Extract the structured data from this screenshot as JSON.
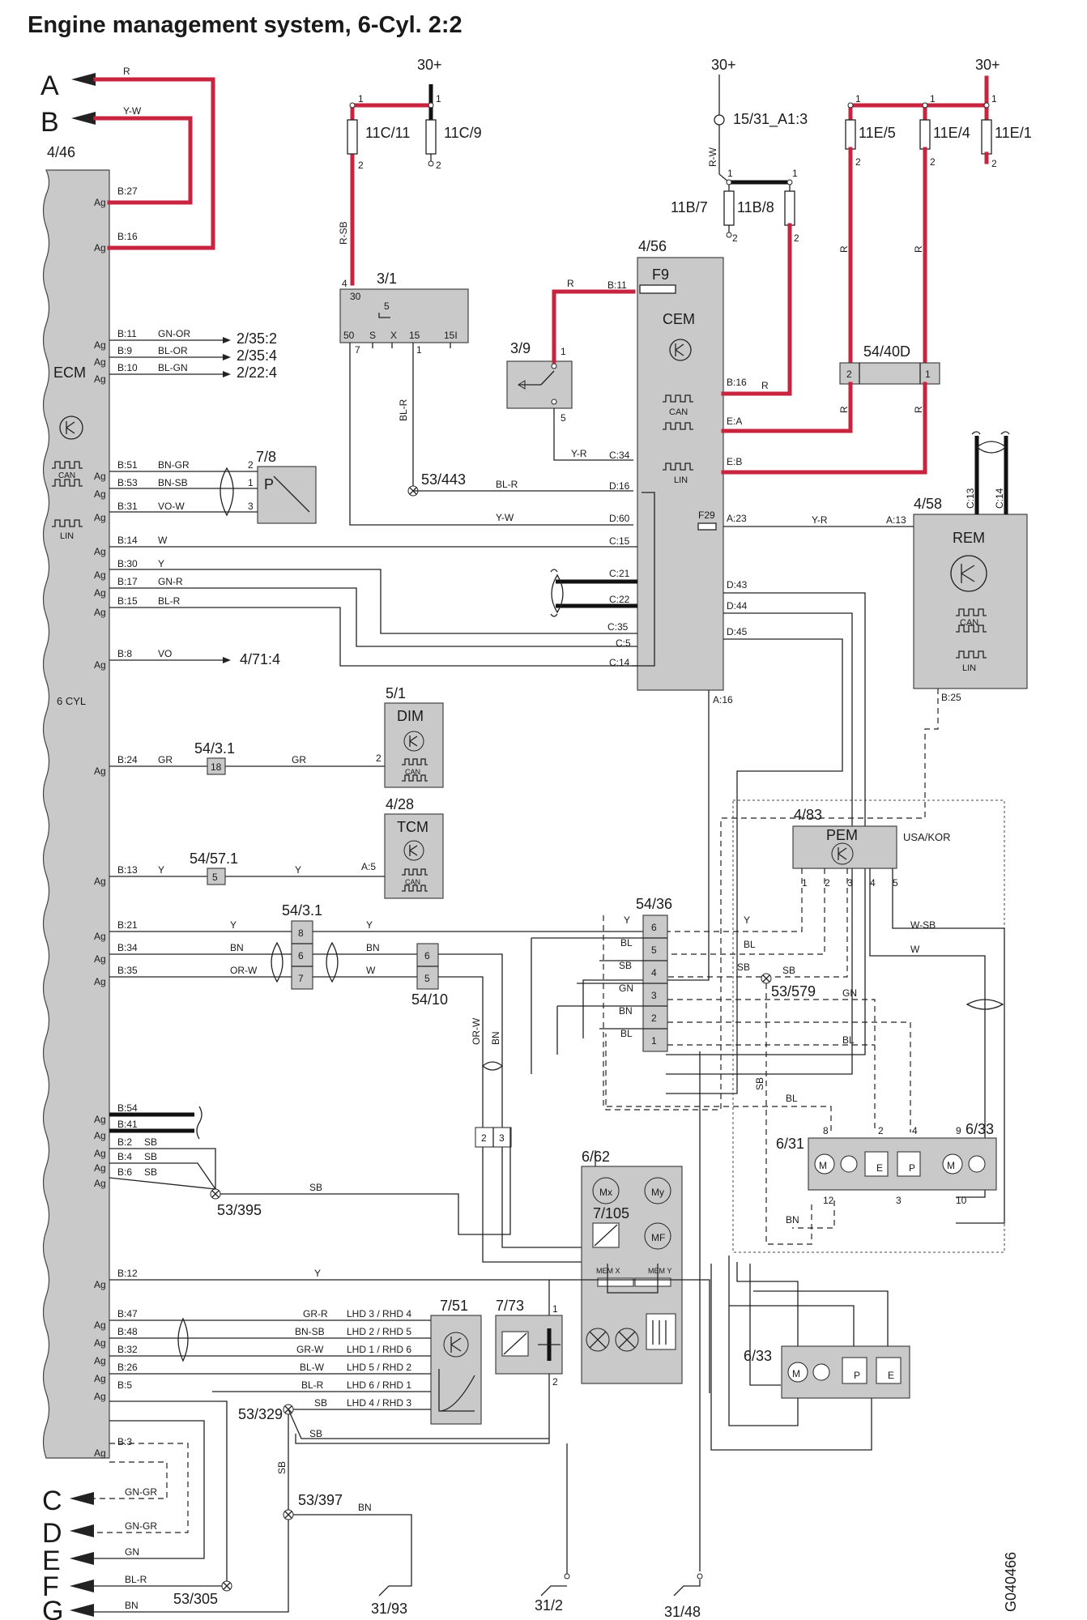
{
  "title": "Engine management system, 6-Cyl. 2:2",
  "drawing_id": "G040466",
  "colors": {
    "power_wire": "#c8233f",
    "module_fill": "#c9c9c9",
    "line": "#222222"
  },
  "connectors_left": [
    "A",
    "B",
    "C",
    "D",
    "E",
    "F",
    "G"
  ],
  "power": {
    "label": "30+"
  },
  "fuses": {
    "f11c11": "11C/11",
    "f11c9": "11C/9",
    "f15_31": "15/31_A1:3",
    "f11b7": "11B/7",
    "f11b8": "11B/8",
    "f11e5": "11E/5",
    "f11e4": "11E/4",
    "f11e1": "11E/1",
    "pin1": "1",
    "pin2": "2"
  },
  "ecm": {
    "ref": "4/46",
    "name": "ECM",
    "cyl": "6 CYL",
    "can": "CAN",
    "lin": "LIN",
    "ag": "Ag",
    "pins": [
      "B:27",
      "B:16",
      "B:11",
      "B:9",
      "B:10",
      "B:51",
      "B:53",
      "B:31",
      "B:14",
      "B:30",
      "B:17",
      "B:15",
      "B:8",
      "B:24",
      "B:13",
      "B:21",
      "B:34",
      "B:35",
      "B:54",
      "B:41",
      "B:2",
      "B:4",
      "B:6",
      "B:12",
      "B:47",
      "B:48",
      "B:32",
      "B:26",
      "B:5",
      "B:3"
    ]
  },
  "wire_colors": {
    "R": "R",
    "YW": "Y-W",
    "GNOR": "GN-OR",
    "BLOR": "BL-OR",
    "BLGN": "BL-GN",
    "BNGR": "BN-GR",
    "BNSB": "BN-SB",
    "VOW": "VO-W",
    "W": "W",
    "Y": "Y",
    "GNR": "GN-R",
    "BLR": "BL-R",
    "VO": "VO",
    "GR": "GR",
    "BN": "BN",
    "ORW": "OR-W",
    "SB": "SB",
    "RW": "R-W",
    "RSB": "R-SB",
    "YR": "Y-R",
    "BL": "BL",
    "GN": "GN",
    "WSB": "W-SB",
    "GRR": "GR-R",
    "BNSB2": "BN-SB",
    "GRW": "GR-W",
    "BLW": "BL-W",
    "GNGR": "GN-GR"
  },
  "references": {
    "r2_35_2": "2/35:2",
    "r2_35_4": "2/35:4",
    "r2_22_4": "2/22:4",
    "r4_71_4": "4/71:4"
  },
  "relay_3_1": {
    "ref": "3/1",
    "pin4": "4",
    "pin30": "30",
    "pin5": "5",
    "pins": [
      "50",
      "S",
      "X",
      "15",
      "15I"
    ],
    "p7": "7",
    "p1": "1"
  },
  "switch_3_9": {
    "ref": "3/9",
    "p1": "1",
    "p5": "5"
  },
  "ground_points": {
    "g53_443": "53/443",
    "g53_395": "53/395",
    "g53_579": "53/579",
    "g53_329": "53/329",
    "g53_397": "53/397",
    "g53_305": "53/305",
    "g31_93": "31/93",
    "g31_2": "31/2",
    "g31_48": "31/48"
  },
  "fan_7_8": {
    "ref": "7/8",
    "letter": "P",
    "p2": "2",
    "p1": "1",
    "p3": "3"
  },
  "cem": {
    "ref": "4/56",
    "name": "CEM",
    "fuse_f9": "F9",
    "fuse_f29": "F29",
    "can": "CAN",
    "lin": "LIN",
    "pins_left": [
      "B:11",
      "C:34",
      "D:16",
      "D:60",
      "C:15",
      "C:21",
      "C:22",
      "C:35",
      "C:5",
      "C:14"
    ],
    "pins_right": [
      "B:16",
      "E:A",
      "E:B",
      "A:23",
      "D:43",
      "D:44",
      "D:45",
      "A:16"
    ]
  },
  "connector_54_40d": {
    "ref": "54/40D",
    "p2": "2",
    "p1": "1"
  },
  "rem": {
    "ref": "4/58",
    "name": "REM",
    "can": "CAN",
    "lin": "LIN",
    "a13": "A:13",
    "c13": "C:13",
    "c14": "C:14",
    "b25": "B:25"
  },
  "dim": {
    "ref": "5/1",
    "name": "DIM",
    "can": "CAN",
    "p2": "2"
  },
  "tcm": {
    "ref": "4/28",
    "name": "TCM",
    "can": "CAN",
    "a5": "A:5"
  },
  "conn_54_3_1": {
    "ref": "54/3.1",
    "p18": "18",
    "p8": "8",
    "p6": "6",
    "p7": "7"
  },
  "conn_54_57_1": {
    "ref": "54/57.1",
    "p5": "5"
  },
  "conn_54_10": {
    "ref": "54/10",
    "p6": "6",
    "p5": "5"
  },
  "conn_54_36": {
    "ref": "54/36",
    "pins": [
      "6",
      "5",
      "4",
      "3",
      "2",
      "1"
    ]
  },
  "pem": {
    "ref": "4/83",
    "name": "PEM",
    "market": "USA/KOR",
    "pins": [
      "1",
      "2",
      "3",
      "4",
      "5"
    ]
  },
  "motor_6_31": {
    "ref": "6/31",
    "ref2": "6/33",
    "M": "M",
    "E": "E",
    "P": "P",
    "p8": "8",
    "p2": "2",
    "p4": "4",
    "p9": "9",
    "p12": "12",
    "p3": "3",
    "p10": "10"
  },
  "unit_6_62": {
    "ref": "6/62",
    "mx": "Mx",
    "my": "My",
    "mf": "MF",
    "sensor": "7/105",
    "memx": "MEM X",
    "memy": "MEM Y"
  },
  "unit_7_51": {
    "ref": "7/51"
  },
  "unit_7_73": {
    "ref": "7/73",
    "p1": "1",
    "p2": "2"
  },
  "motor_6_33": {
    "ref": "6/33",
    "M": "M",
    "P": "P",
    "E": "E"
  },
  "conn_23": {
    "p2": "2",
    "p3": "3"
  },
  "seat_lines": [
    "LHD 3 / RHD 4",
    "LHD 2 / RHD 5",
    "LHD 1 / RHD 6",
    "LHD 5 / RHD 2",
    "LHD 6 / RHD 1",
    "LHD 4 / RHD 3"
  ]
}
